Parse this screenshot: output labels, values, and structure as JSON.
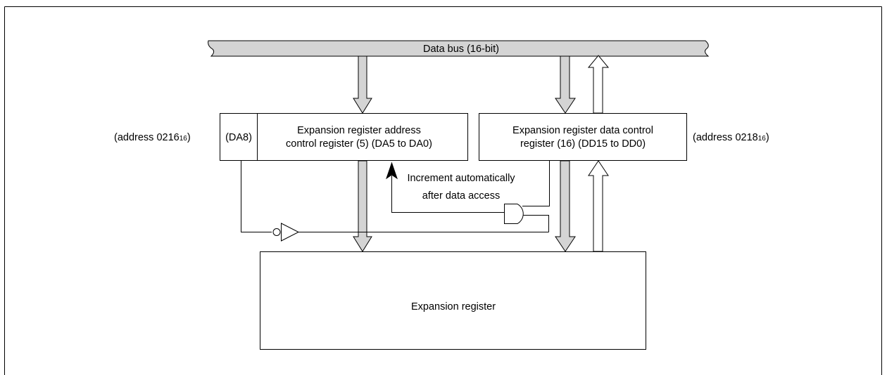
{
  "colors": {
    "bus_fill": "#d4d4d4",
    "stroke": "#000000",
    "background": "#ffffff"
  },
  "bus": {
    "label": "Data bus (16-bit)"
  },
  "address_register": {
    "prefix_label": "(DA8)",
    "line1": "Expansion register address",
    "line2": "control register (5) (DA5 to DA0)",
    "address_text": "(address 0216",
    "address_sub": "16",
    "address_close": ")"
  },
  "data_register": {
    "line1": "Expansion register data control",
    "line2": "register (16) (DD15 to DD0)",
    "address_text": "(address 0218",
    "address_sub": "16",
    "address_close": ")"
  },
  "increment_note": {
    "line1": "Increment automatically",
    "line2": "after data access"
  },
  "expansion_register": {
    "label": "Expansion register"
  }
}
